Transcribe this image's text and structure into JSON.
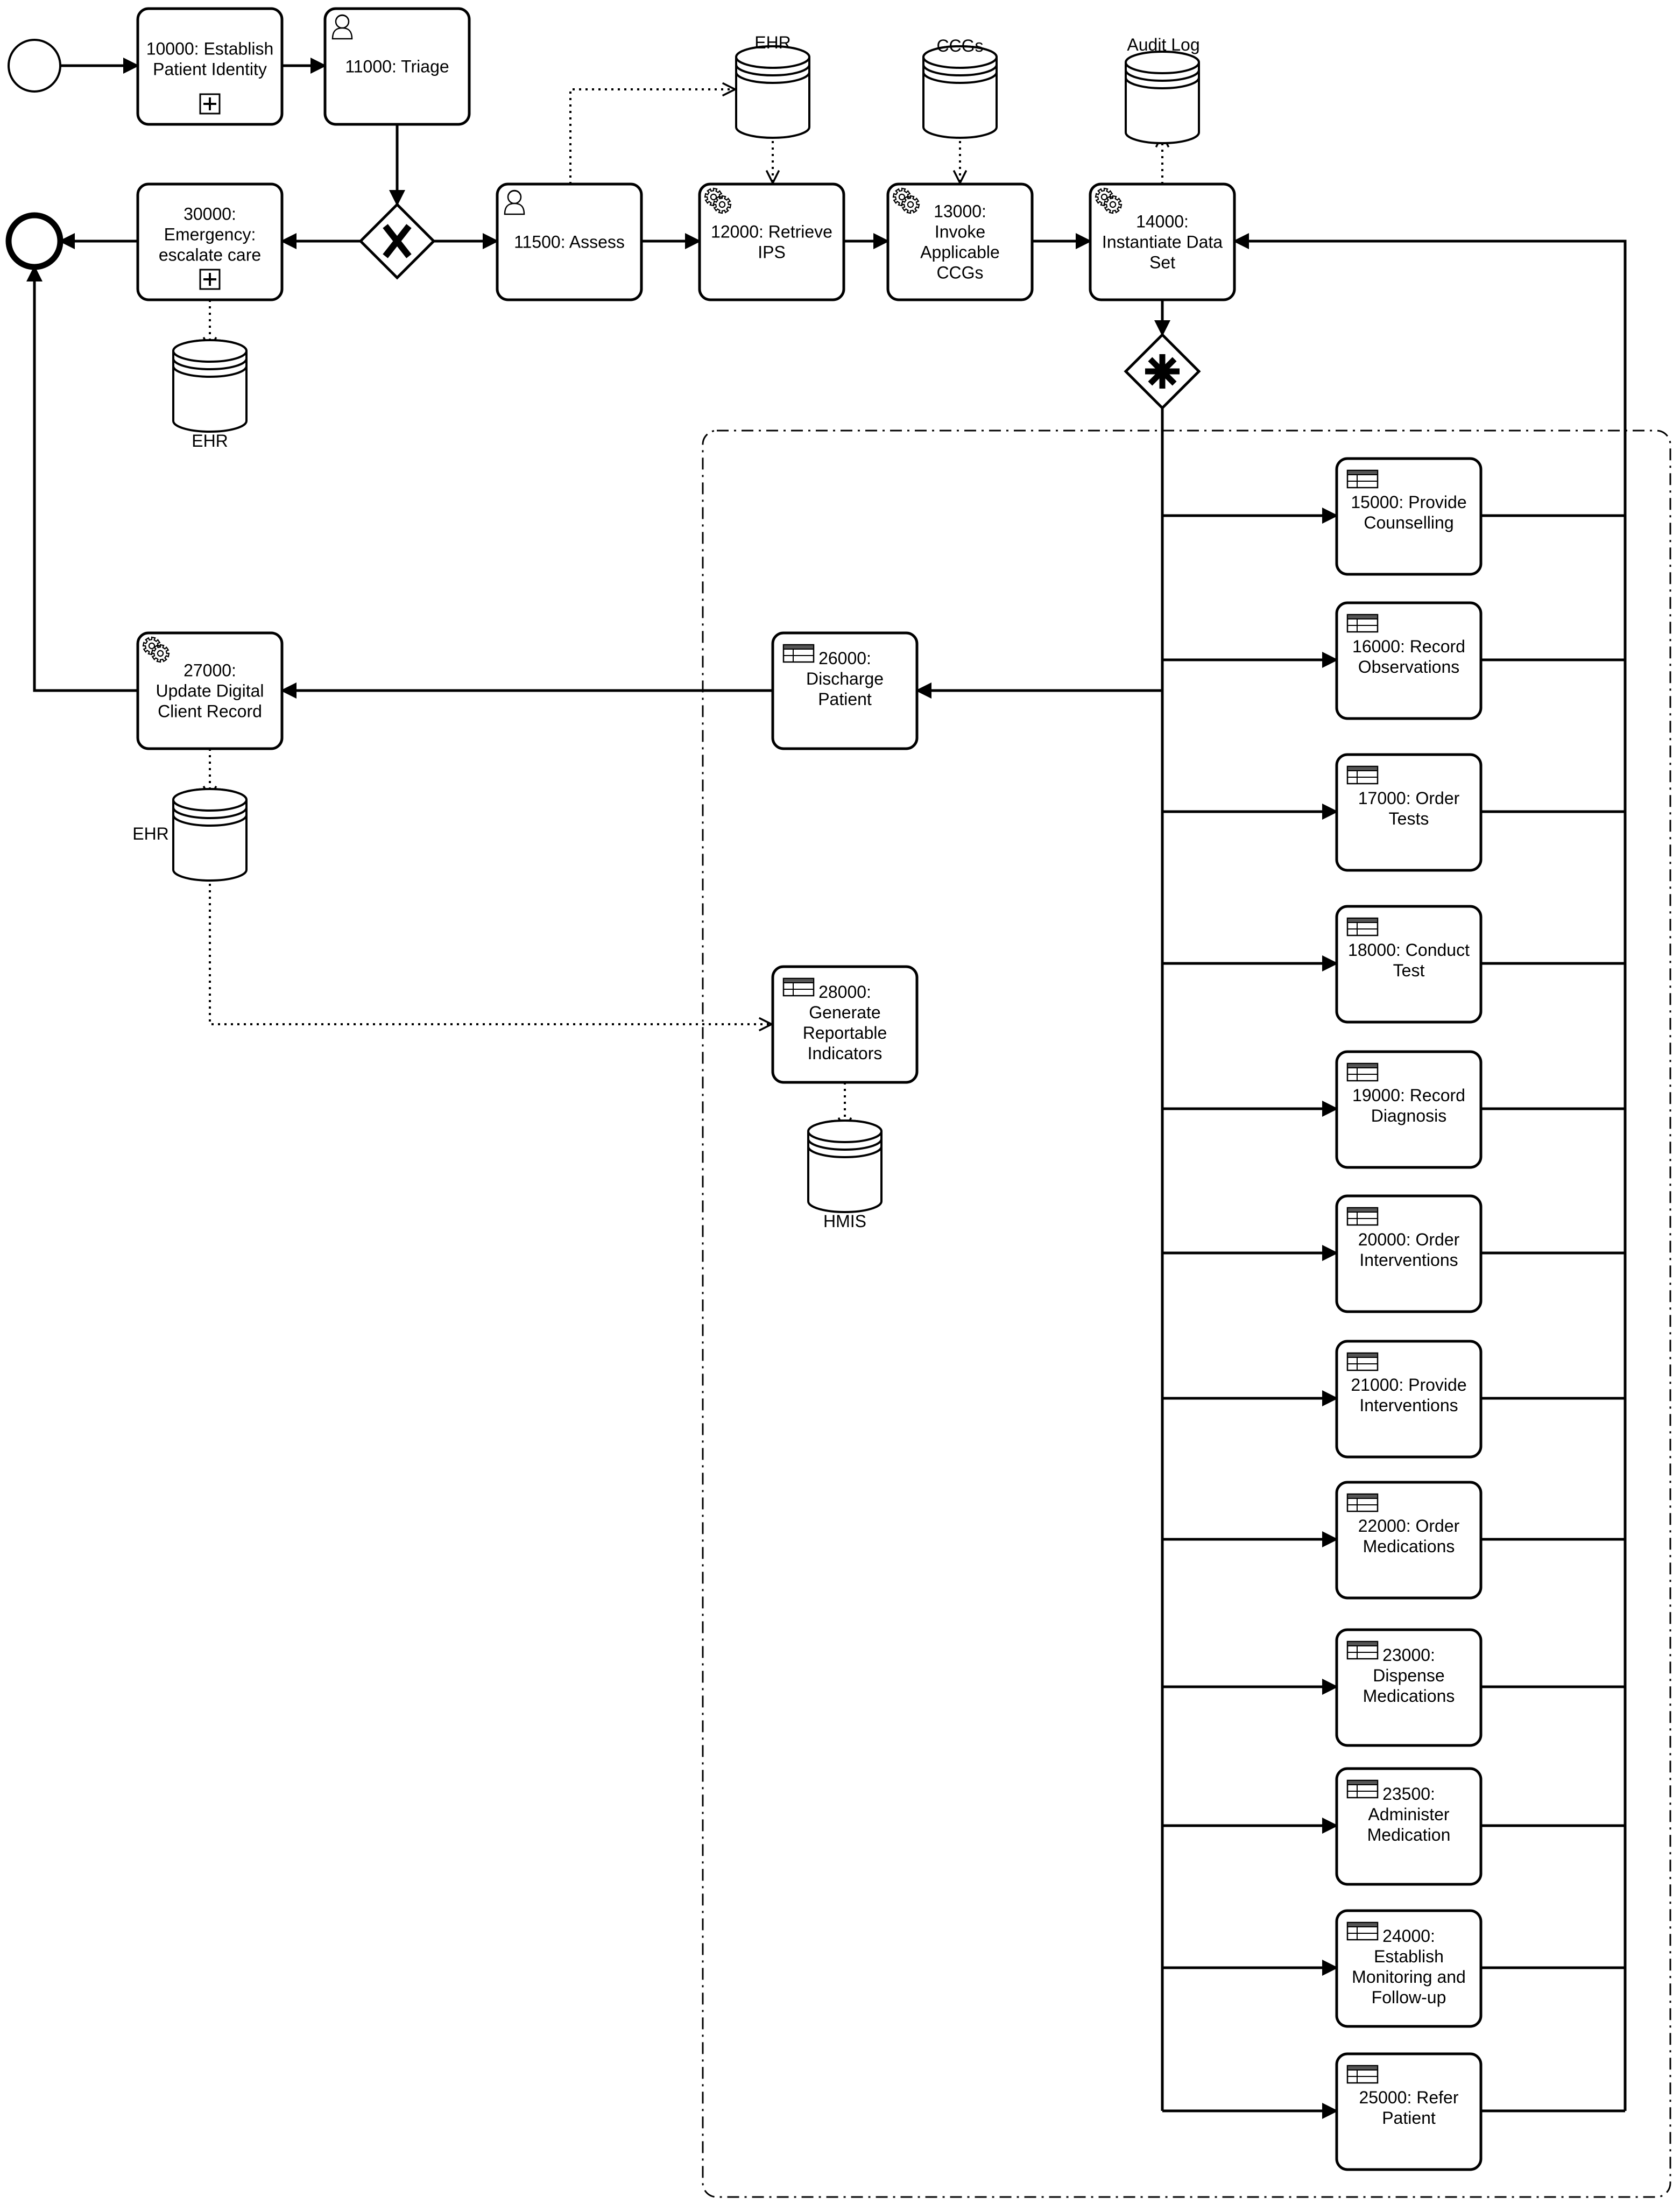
{
  "tasks": [
    {
      "id": "t10000",
      "label": [
        "10000: Establish",
        "Patient Identity"
      ],
      "icon": "subprocess-marker"
    },
    {
      "id": "t11000",
      "label": [
        "11000: Triage"
      ],
      "icon": "user-icon"
    },
    {
      "id": "t30000",
      "label": [
        "30000:",
        "Emergency:",
        "escalate care"
      ],
      "icon": "subprocess-marker"
    },
    {
      "id": "t11500",
      "label": [
        "11500: Assess"
      ],
      "icon": "user-icon"
    },
    {
      "id": "t12000",
      "label": [
        "12000: Retrieve",
        "IPS"
      ],
      "icon": "gear-icon"
    },
    {
      "id": "t13000",
      "label": [
        "13000:",
        "Invoke",
        "Applicable",
        "CCGs"
      ],
      "icon": "gear-icon"
    },
    {
      "id": "t14000",
      "label": [
        "14000:",
        "Instantiate Data",
        "Set"
      ],
      "icon": "gear-icon"
    },
    {
      "id": "t15000",
      "label": [
        "15000: Provide",
        "Counselling"
      ],
      "icon": "table-icon"
    },
    {
      "id": "t16000",
      "label": [
        "16000: Record",
        "Observations"
      ],
      "icon": "table-icon"
    },
    {
      "id": "t17000",
      "label": [
        "17000: Order",
        "Tests"
      ],
      "icon": "table-icon"
    },
    {
      "id": "t18000",
      "label": [
        "18000: Conduct",
        "Test"
      ],
      "icon": "table-icon"
    },
    {
      "id": "t19000",
      "label": [
        "19000: Record",
        "Diagnosis"
      ],
      "icon": "table-icon"
    },
    {
      "id": "t20000",
      "label": [
        "20000: Order",
        "Interventions"
      ],
      "icon": "table-icon"
    },
    {
      "id": "t21000",
      "label": [
        "21000: Provide",
        "Interventions"
      ],
      "icon": "table-icon"
    },
    {
      "id": "t22000",
      "label": [
        "22000: Order",
        "Medications"
      ],
      "icon": "table-icon"
    },
    {
      "id": "t23000",
      "label": [
        "23000:",
        "Dispense",
        "Medications"
      ],
      "icon": "table-icon"
    },
    {
      "id": "t23500",
      "label": [
        "23500:",
        "Administer",
        "Medication"
      ],
      "icon": "table-icon"
    },
    {
      "id": "t24000",
      "label": [
        "24000:",
        "Establish",
        "Monitoring and",
        "Follow-up"
      ],
      "icon": "table-icon"
    },
    {
      "id": "t25000",
      "label": [
        "25000: Refer",
        "Patient"
      ],
      "icon": "table-icon"
    },
    {
      "id": "t26000",
      "label": [
        "26000:",
        "Discharge",
        "Patient"
      ],
      "icon": "table-icon"
    },
    {
      "id": "t27000",
      "label": [
        "27000:",
        "Update Digital",
        "Client Record"
      ],
      "icon": "gear-icon"
    },
    {
      "id": "t28000",
      "label": [
        "28000:",
        "Generate",
        "Reportable",
        "Indicators"
      ],
      "icon": "table-icon"
    }
  ],
  "datastores": [
    {
      "id": "d_ehr_top",
      "label": "EHR"
    },
    {
      "id": "d_ccgs",
      "label": "CCGs"
    },
    {
      "id": "d_audit",
      "label": "Audit Log"
    },
    {
      "id": "d_ehr_left",
      "label": "EHR"
    },
    {
      "id": "d_ehr_mid",
      "label": "EHR"
    },
    {
      "id": "d_hmis",
      "label": "HMIS"
    }
  ],
  "gateways": [
    {
      "id": "g_exclusive",
      "marker": "X"
    },
    {
      "id": "g_complex",
      "marker": "asterisk"
    }
  ]
}
